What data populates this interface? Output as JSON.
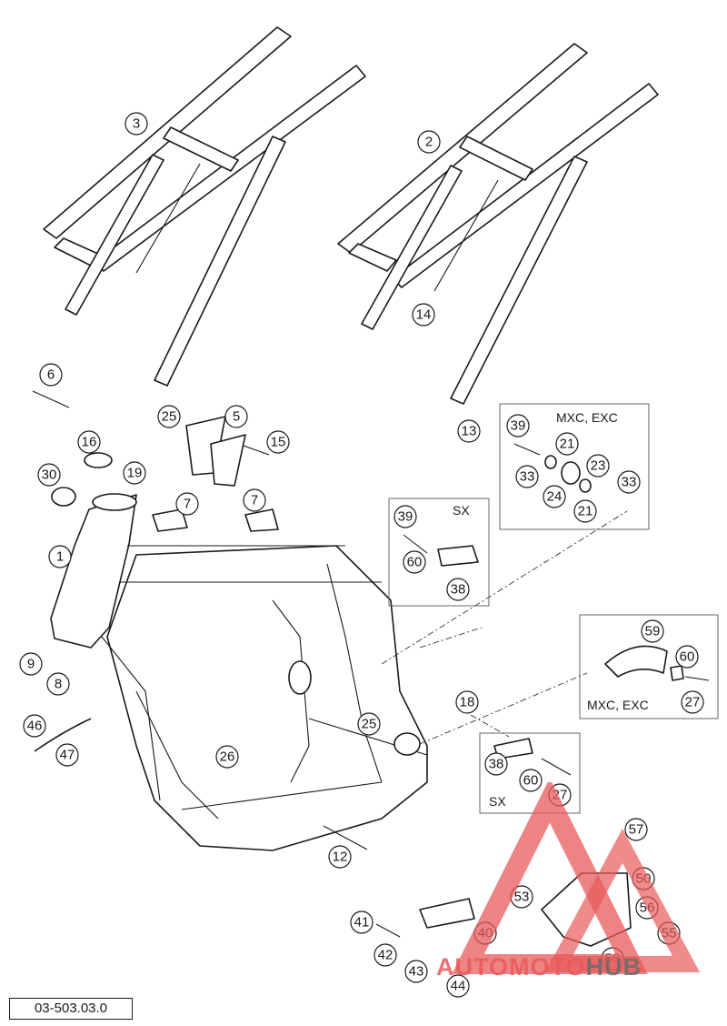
{
  "document_code": "03-503.03.0",
  "callouts": [
    "1",
    "2",
    "3",
    "5",
    "6",
    "7",
    "7",
    "8",
    "9",
    "12",
    "13",
    "14",
    "15",
    "16",
    "18",
    "19",
    "21",
    "21",
    "23",
    "24",
    "25",
    "25",
    "26",
    "27",
    "27",
    "30",
    "33",
    "33",
    "38",
    "38",
    "39",
    "39",
    "40",
    "41",
    "42",
    "43",
    "44",
    "46",
    "47",
    "50",
    "53",
    "55",
    "56",
    "57",
    "58",
    "59",
    "60",
    "60",
    "60"
  ],
  "variant_boxes": {
    "mxc_exc_top": "MXC, EXC",
    "sx_top": "SX",
    "mxc_exc_right": "MXC, EXC",
    "sx_bottom": "SX"
  },
  "watermark": {
    "word_a": "AUTOMOTO",
    "word_b": "HUB",
    "color_a": "#e85a5a",
    "color_b": "#6b6b6b"
  }
}
